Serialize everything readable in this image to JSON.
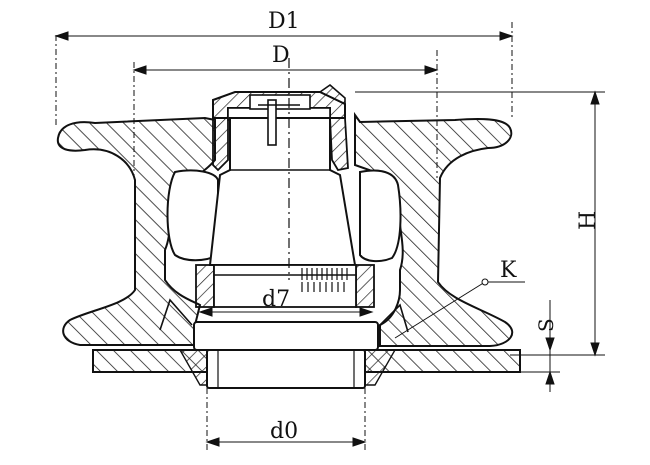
{
  "labels": {
    "D1": "D1",
    "D": "D",
    "H": "H",
    "K": "K",
    "d7": "d7",
    "S": "S",
    "d0": "d0"
  },
  "colors": {
    "line": "#111111",
    "hatch": "#222222",
    "background": "#ffffff"
  }
}
